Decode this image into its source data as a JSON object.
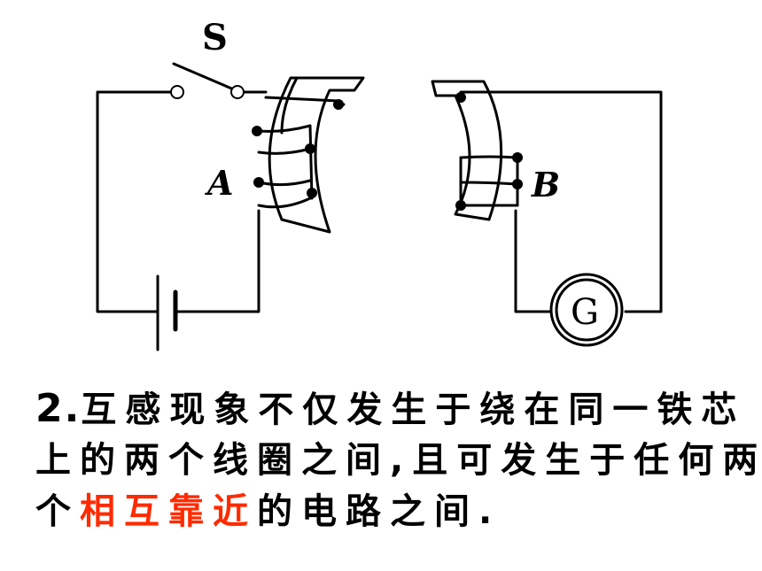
{
  "diagram": {
    "switch_label": "S",
    "coil_a_label": "A",
    "coil_b_label": "B",
    "meter_label": "G"
  },
  "text": {
    "line1_num": "2.",
    "line1": "互感现象不仅发生于绕在同一铁芯",
    "line2": "上的两个线圈之间,且可发生于任何两",
    "line3_pre": "个",
    "line3_highlight": "相互靠近",
    "line3_post": "的电路之间.",
    "highlight_color": "#ff2a00"
  }
}
